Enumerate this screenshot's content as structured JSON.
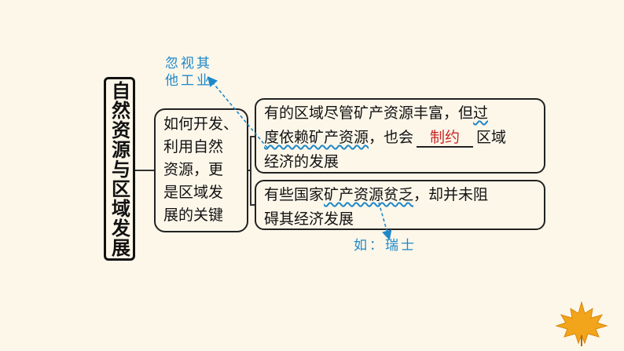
{
  "title": "自然资源与区域发展",
  "middle": {
    "lines": [
      "如何开发、",
      "利用自然",
      "资源，更",
      "是区域发",
      "展的关键"
    ]
  },
  "box1": {
    "line1_pre": "有的区域尽管矿产资源丰富，但",
    "line1_wavy": "过",
    "line2_wavy": "度依赖矿产资源",
    "line2_mid": "，也会",
    "blank_answer": "制约",
    "line2_post": "区域",
    "line3": "经济的发展"
  },
  "box2": {
    "line1_pre": "有些国家",
    "line1_wavy": "矿产资源贫乏",
    "line1_post": "，却并未阻",
    "line2": "碍其经济发展"
  },
  "notes": {
    "top_line1": "忽视其",
    "top_line2": "他工业",
    "bottom": "如：瑞士"
  },
  "colors": {
    "annotation": "#1e88c8",
    "answer": "#c62828",
    "background": "#fdf7ea",
    "leaf": "#f2a51a"
  }
}
